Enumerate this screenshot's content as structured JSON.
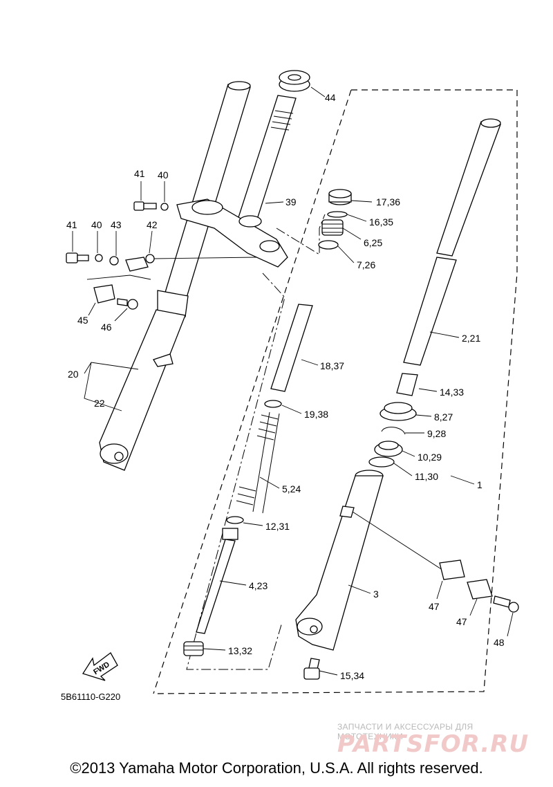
{
  "callouts": {
    "c1": "1",
    "c2_21": "2,21",
    "c3": "3",
    "c4_23": "4,23",
    "c5_24": "5,24",
    "c6_25": "6,25",
    "c7_26": "7,26",
    "c8_27": "8,27",
    "c9_28": "9,28",
    "c10_29": "10,29",
    "c11_30": "11,30",
    "c12_31": "12,31",
    "c13_32": "13,32",
    "c14_33": "14,33",
    "c15_34": "15,34",
    "c16_35": "16,35",
    "c17_36": "17,36",
    "c18_37": "18,37",
    "c19_38": "19,38",
    "c20": "20",
    "c22": "22",
    "c39": "39",
    "c40a": "40",
    "c40b": "40",
    "c41a": "41",
    "c41b": "41",
    "c42": "42",
    "c43": "43",
    "c44": "44",
    "c45": "45",
    "c46": "46",
    "c47a": "47",
    "c47b": "47",
    "c48": "48"
  },
  "fwd_label": "FWD",
  "diagram_code": "5B61110-G220",
  "copyright": "©2013 Yamaha Motor Corporation, U.S.A. All rights reserved.",
  "watermark": {
    "tagline": "ЗАПЧАСТИ И АКСЕССУАРЫ ДЛЯ МОТОТЕХНИКИ",
    "logo": "PARTSFOR.RU"
  }
}
